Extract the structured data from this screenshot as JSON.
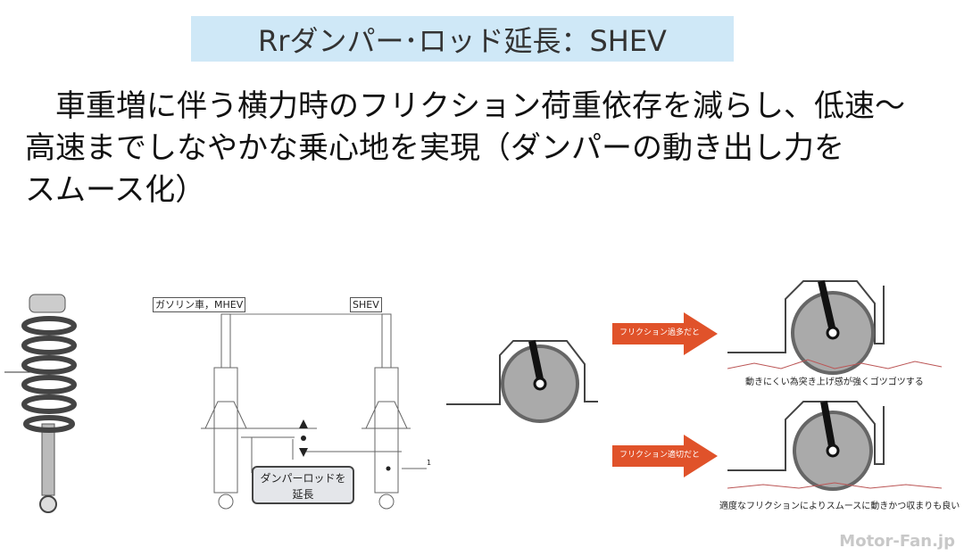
{
  "title": "Rrダンパー･ロッド延長：SHEV",
  "body": {
    "line1": "　車重増に伴う横力時のフリクション荷重依存を減らし、低速～",
    "line2": "高速までしなやかな乗心地を実現（ダンパーの動き出し力を",
    "line3": "スムース化）"
  },
  "strut_diagram": {
    "label_left": "ガソリン車，MHEV",
    "label_right": "SHEV",
    "callout": [
      "ダンパーロッドを",
      "延長"
    ],
    "marker": "1"
  },
  "friction_diagram": {
    "arrow_top": "フリクション過多だと",
    "arrow_bottom": "フリクション適切だと",
    "caption_top": "動きにくい為突き上げ感が強くゴツゴツする",
    "caption_bottom": "適度なフリクションによりスムースに動きかつ収まりも良い",
    "arrow_color": "#e0522a"
  },
  "watermark": "Motor-Fan.jp"
}
